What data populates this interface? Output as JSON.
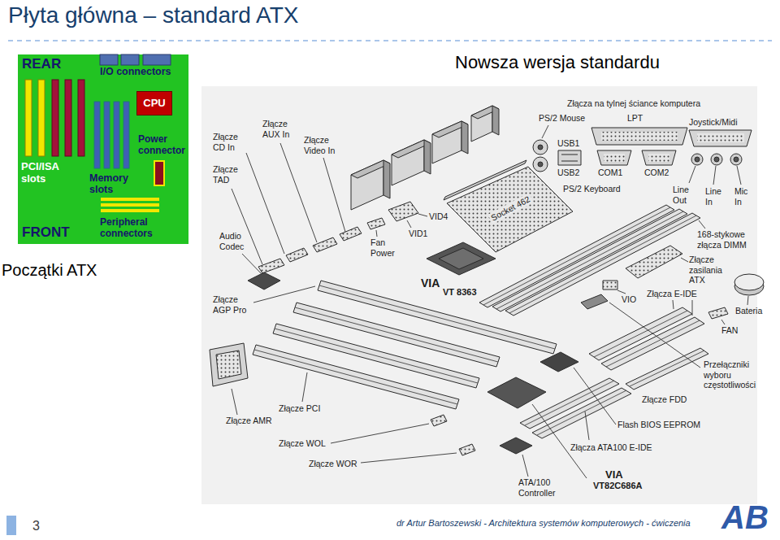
{
  "diagram": {
    "title": "Płyta główna – standard ATX",
    "nodes": [
      {
        "text": [
          "REAR",
          "I/O connectors",
          "PCI/ISA slots",
          "Memory slots",
          "Power connector",
          "FRONT",
          "Peripheral connectors"
        ]
      },
      {
        "text": [
          "CPU"
        ],
        "in": 0
      }
    ],
    "labels": [
      "Nowsza wersja standardu",
      "Początki ATX",
      "Złącza na tylnej ściance komputera",
      "PS/2 Mouse",
      "LPT",
      "Joystick/Midi",
      "USB1",
      "USB2",
      "COM1",
      "COM2",
      "PS/2 Keyboard",
      "Line Out",
      "Line In",
      "Mic In",
      "Złącze CD In",
      "Złącze AUX In",
      "Złącze Video In",
      "Złącze TAD",
      "Socket 462",
      "VID4",
      "VID1",
      "Fan Power",
      "Audio Codec",
      "VIA",
      "VT 8363",
      "168-stykowe złącza DIMM",
      "Złącze zasilania ATX",
      "VIO",
      "Złącza E-IDE",
      "Bateria",
      "FAN",
      "Złącze AGP Pro",
      "Przełączniki wyboru częstotliwości",
      "Złącze FDD",
      "Złącze PCI",
      "Złącze AMR",
      "Flash BIOS EEPROM",
      "Złącze WOL",
      "Złącza ATA100 E-IDE",
      "Złącze WOR",
      "ATA/100 Controller",
      "VIA",
      "VT82C686A",
      "3",
      "dr Artur Bartoszewski - Architektura systemów komputerowych - ćwiczenia",
      "AB"
    ]
  }
}
